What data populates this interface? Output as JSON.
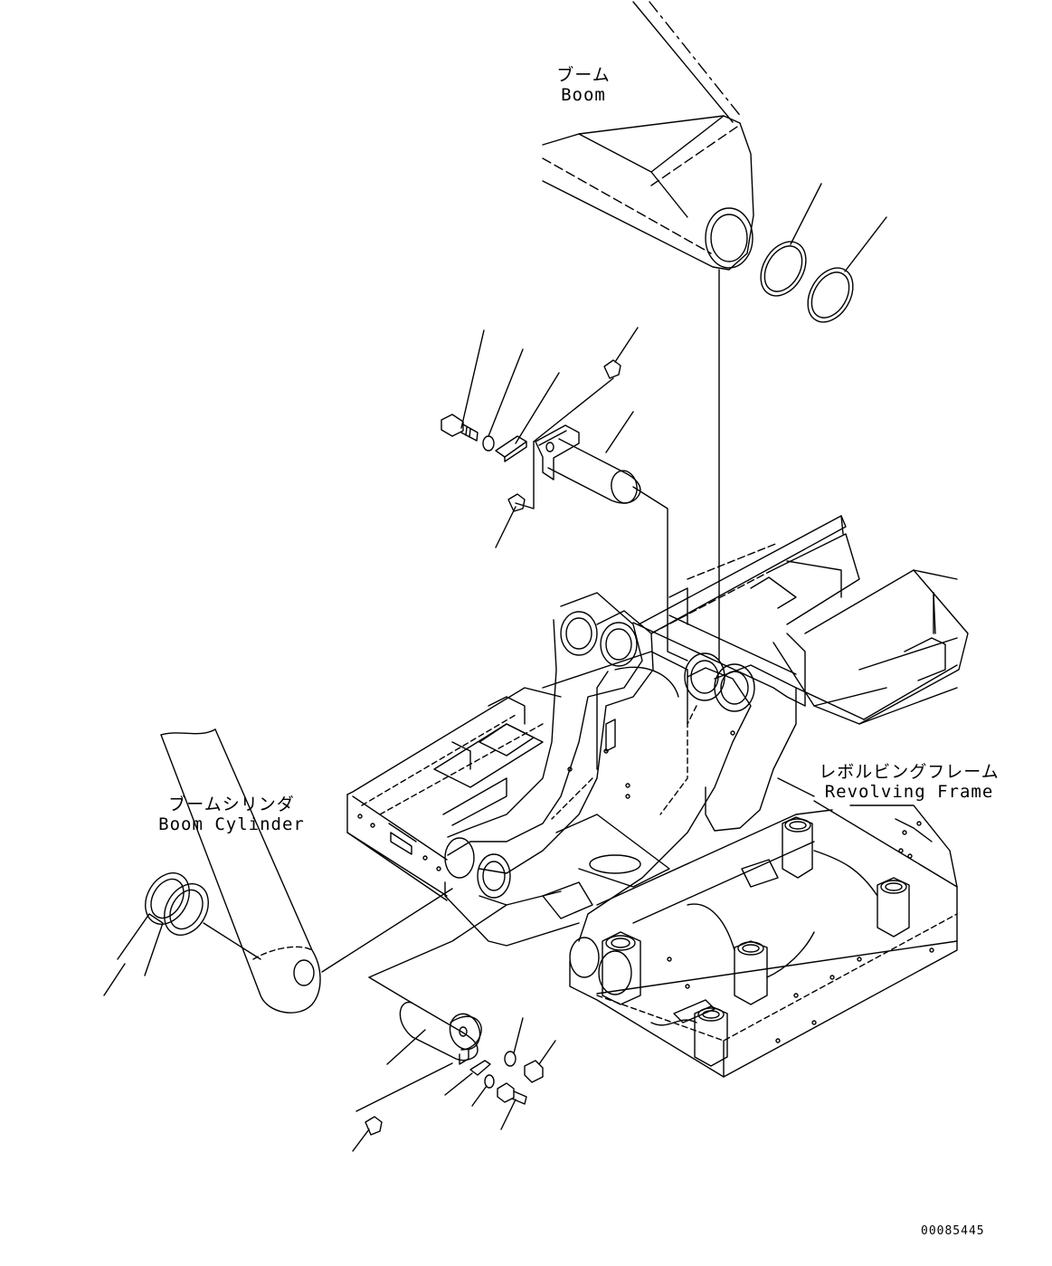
{
  "labels": {
    "boom": {
      "jp": "ブーム",
      "en": "Boom"
    },
    "boom_cylinder": {
      "jp": "ブームシリンダ",
      "en": "Boom Cylinder"
    },
    "revolving_frame": {
      "jp": "レボルビングフレーム",
      "en": "Revolving Frame"
    }
  },
  "drawing_number": "00085445"
}
